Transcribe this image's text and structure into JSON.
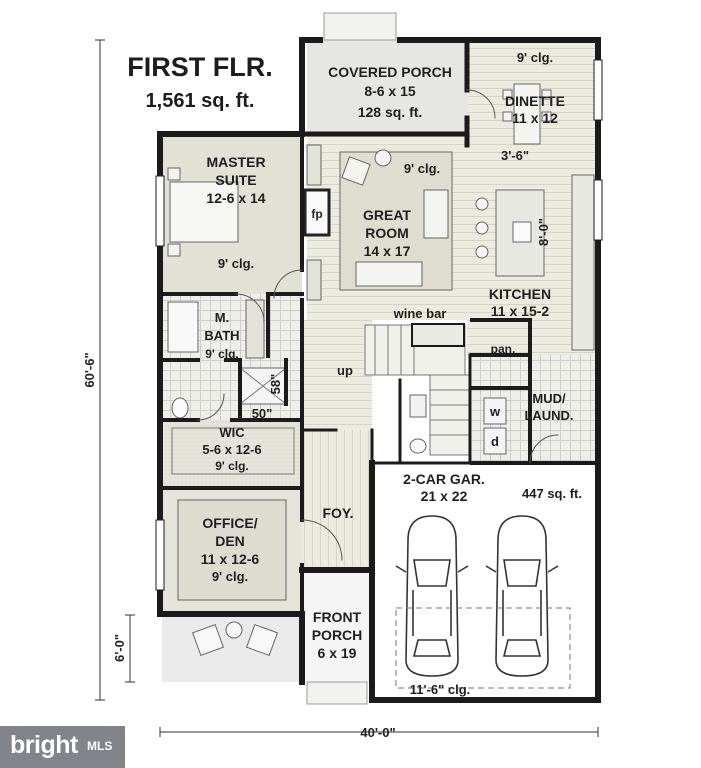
{
  "title": {
    "main": "FIRST FLR.",
    "area": "1,561 sq. ft."
  },
  "rooms": {
    "covered_porch": {
      "name": "COVERED PORCH",
      "size": "8-6 x 15",
      "area": "128 sq. ft."
    },
    "dinette": {
      "ceiling": "9' clg.",
      "name": "DINETTE",
      "size": "11 x 12"
    },
    "master_suite": {
      "name_line1": "MASTER",
      "name_line2": "SUITE",
      "size": "12-6 x 14",
      "ceiling": "9' clg."
    },
    "great_room": {
      "ceiling": "9' clg.",
      "name_line1": "GREAT",
      "name_line2": "ROOM",
      "size": "14 x 17",
      "fireplace": "fp"
    },
    "kitchen": {
      "name": "KITCHEN",
      "size": "11 x 15-2",
      "dim_width": "3'-6\"",
      "dim_depth": "8'-0\""
    },
    "wine_bar": {
      "name": "wine bar"
    },
    "pantry": {
      "name": "pan."
    },
    "master_bath": {
      "name_line1": "M.",
      "name_line2": "BATH",
      "ceiling": "9' clg."
    },
    "shower": {
      "width": "50\"",
      "depth": "58\""
    },
    "stairs": {
      "label": "up"
    },
    "mud_laundry": {
      "name_line1": "MUD/",
      "name_line2": "LAUND.",
      "washer": "w",
      "dryer": "d"
    },
    "wic": {
      "name": "WIC",
      "size": "5-6 x 12-6",
      "ceiling": "9' clg."
    },
    "garage": {
      "name": "2-CAR GAR.",
      "size": "21 x 22",
      "area": "447 sq. ft.",
      "ceiling": "11'-6\" clg."
    },
    "office": {
      "name_line1": "OFFICE/",
      "name_line2": "DEN",
      "size": "11 x 12-6",
      "ceiling": "9' clg."
    },
    "foyer": {
      "name": "FOY."
    },
    "front_porch": {
      "name_line1": "FRONT",
      "name_line2": "PORCH",
      "size": "6 x 19"
    }
  },
  "dimensions": {
    "overall_depth": "60'-6\"",
    "overall_width": "40'-0\"",
    "porch_depth": "6'-0\""
  },
  "watermark": {
    "brand": "bright",
    "suffix": "MLS"
  }
}
